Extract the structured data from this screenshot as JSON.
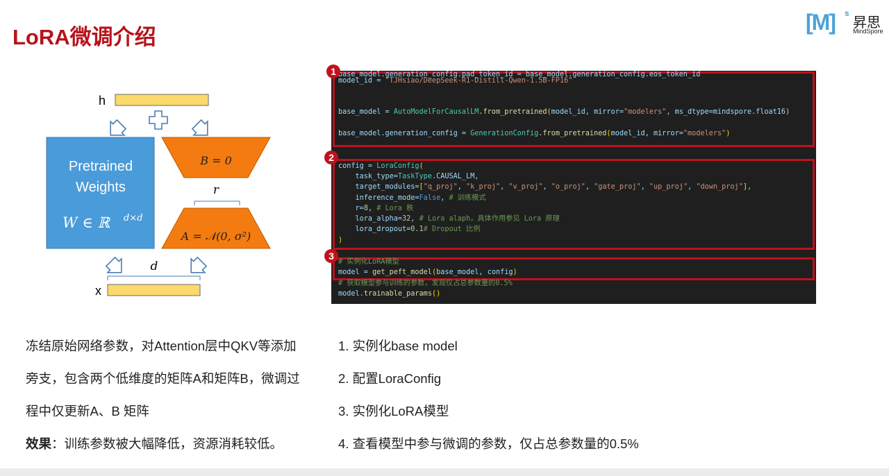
{
  "title": "LoRA微调介绍",
  "logo": {
    "bracket": "[M]",
    "sup": "s",
    "cn": "昇思",
    "en": "MindSpore"
  },
  "diagram": {
    "h": "h",
    "x": "x",
    "d": "d",
    "r": "r",
    "pretrained_line1": "Pretrained",
    "pretrained_line2": "Weights",
    "w_formula": "W ∈ ℝ",
    "w_sup": "d×d",
    "b_formula": "B = 0",
    "a_formula": "A = 𝒩(0, σ²)",
    "plus": "+"
  },
  "colors": {
    "accent": "#c0111c",
    "blue": "#4a9bd9",
    "orange": "#f47b0f",
    "yellow": "#fbd96a"
  },
  "code": {
    "markers": [
      "1",
      "2",
      "3"
    ],
    "lines": [
      [
        [
          "model_id = ",
          "def"
        ],
        [
          "\"TJHsiao/DeepSeek-R1-Distill-Qwen-1.5B-FP16\"",
          "str"
        ]
      ],
      [],
      [
        [
          "base_model = ",
          "def"
        ],
        [
          "AutoModelForCausalLM",
          "cls"
        ],
        [
          ".from_pretrained",
          "fn"
        ],
        [
          "(",
          "par"
        ],
        [
          "model_id, mirror=",
          "def"
        ],
        [
          "\"modelers\"",
          "str"
        ],
        [
          ", ms_dtype=mindspore.float16",
          "def"
        ],
        [
          ")",
          "par"
        ]
      ],
      [
        [
          "base_model.generation_config = ",
          "def"
        ],
        [
          "GenerationConfig",
          "cls"
        ],
        [
          ".from_pretrained",
          "fn"
        ],
        [
          "(",
          "par"
        ],
        [
          "model_id, mirror=",
          "def"
        ],
        [
          "\"modelers\"",
          "str"
        ],
        [
          ")",
          "par"
        ]
      ],
      [],
      [
        [
          "base_model.generation_config.pad_token_id = base_model.generation_config.eos_token_id",
          "def"
        ]
      ],
      [],
      [],
      [
        [
          "config = ",
          "def"
        ],
        [
          "LoraConfig",
          "cls"
        ],
        [
          "(",
          "par"
        ]
      ],
      [
        [
          "    task_type=",
          "def"
        ],
        [
          "TaskType",
          "cls"
        ],
        [
          ".CAUSAL_LM,",
          "def"
        ]
      ],
      [
        [
          "    target_modules=",
          "def"
        ],
        [
          "[",
          "par"
        ],
        [
          "\"q_proj\"",
          "str"
        ],
        [
          ", ",
          "def"
        ],
        [
          "\"k_proj\"",
          "str"
        ],
        [
          ", ",
          "def"
        ],
        [
          "\"v_proj\"",
          "str"
        ],
        [
          ", ",
          "def"
        ],
        [
          "\"o_proj\"",
          "str"
        ],
        [
          ", ",
          "def"
        ],
        [
          "\"gate_proj\"",
          "str"
        ],
        [
          ", ",
          "def"
        ],
        [
          "\"up_proj\"",
          "str"
        ],
        [
          ", ",
          "def"
        ],
        [
          "\"down_proj\"",
          "str"
        ],
        [
          "]",
          "par"
        ],
        [
          ",",
          "def"
        ]
      ],
      [
        [
          "    inference_mode=",
          "def"
        ],
        [
          "False",
          "kw"
        ],
        [
          ", ",
          "def"
        ],
        [
          "# 训练模式",
          "cm"
        ]
      ],
      [
        [
          "    r=",
          "def"
        ],
        [
          "8",
          "num"
        ],
        [
          ", ",
          "def"
        ],
        [
          "# Lora 秩",
          "cm"
        ]
      ],
      [
        [
          "    lora_alpha=",
          "def"
        ],
        [
          "32",
          "num"
        ],
        [
          ", ",
          "def"
        ],
        [
          "# Lora alaph，具体作用参见 Lora 原理",
          "cm"
        ]
      ],
      [
        [
          "    lora_dropout=",
          "def"
        ],
        [
          "0.1",
          "num"
        ],
        [
          "# Dropout 比例",
          "cm"
        ]
      ],
      [
        [
          ")",
          "par"
        ]
      ],
      [],
      [
        [
          "# 实例化LoRA模型",
          "cm"
        ]
      ],
      [
        [
          "model = ",
          "def"
        ],
        [
          "get_peft_model",
          "fn"
        ],
        [
          "(",
          "par"
        ],
        [
          "base_model, config",
          "def"
        ],
        [
          ")",
          "par"
        ]
      ],
      [
        [
          "# 获取模型参与训练的参数，发现仅占总参数量的0.5%",
          "cm"
        ]
      ],
      [
        [
          "model.",
          "def"
        ],
        [
          "trainable_params",
          "fn"
        ],
        [
          "()",
          "par"
        ]
      ]
    ]
  },
  "left_text": {
    "line1": "冻结原始网络参数，对Attention层中QKV等添加",
    "line2": "旁支，包含两个低维度的矩阵A和矩阵B，微调过",
    "line3": "程中仅更新A、B 矩阵",
    "effect_label": "效果",
    "effect_text": "：训练参数被大幅降低，资源消耗较低。"
  },
  "steps": [
    "1. 实例化base model",
    "2. 配置LoraConfig",
    "3. 实例化LoRA模型",
    "4. 查看模型中参与微调的参数，仅占总参数量的0.5%"
  ]
}
